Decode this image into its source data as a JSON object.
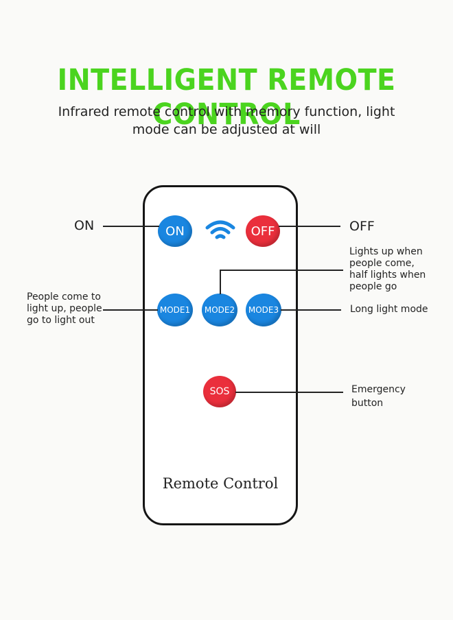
{
  "header": {
    "title": "INTELLIGENT REMOTE CONTROL",
    "subtitle_line1": "Infrared remote control with memory function, light",
    "subtitle_line2": "mode can be adjusted at will"
  },
  "remote": {
    "buttons": {
      "on": "ON",
      "off": "OFF",
      "mode1": "MODE1",
      "mode2": "MODE2",
      "mode3": "MODE3",
      "sos": "SOS"
    },
    "label": "Remote Control",
    "signal_icon": "wifi-signal-icon"
  },
  "callouts": {
    "on": "ON",
    "off": "OFF",
    "mode2": [
      "Lights up when",
      "people come,",
      "half lights when",
      "people go"
    ],
    "mode1": [
      "People come to",
      "light up, people",
      "go to light out"
    ],
    "mode3": "Long light mode",
    "sos": [
      "Emergency",
      "button"
    ]
  },
  "colors": {
    "title_green": "#4bd41f",
    "button_blue": "#1a86e0",
    "button_red": "#ea2f3c"
  }
}
